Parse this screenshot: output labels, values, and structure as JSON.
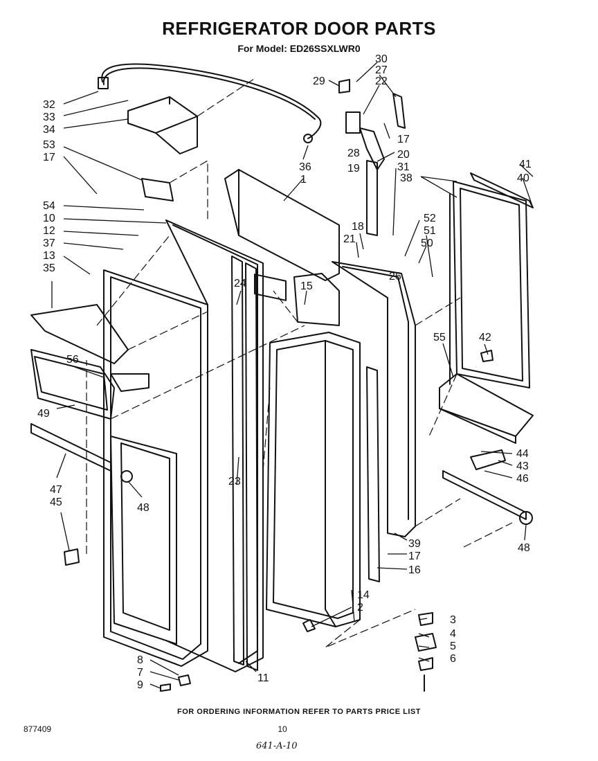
{
  "title": "REFRIGERATOR DOOR PARTS",
  "subtitle": "For Model: ED26SSXLWR0",
  "footer": "FOR ORDERING INFORMATION REFER TO PARTS PRICE LIST",
  "doc_number": "877409",
  "page_number": "10",
  "handwritten_code": "641-A-10",
  "callouts": {
    "c30": "30",
    "c27": "27",
    "c22": "22",
    "c29": "29",
    "c32": "32",
    "c33": "33",
    "c34": "34",
    "c53": "53",
    "c17a": "17",
    "c36": "36",
    "c1": "1",
    "c28": "28",
    "c19": "19",
    "c17b": "17",
    "c20": "20",
    "c31": "31",
    "c41": "41",
    "c40": "40",
    "c38": "38",
    "c54": "54",
    "c10": "10",
    "c12": "12",
    "c37": "37",
    "c13": "13",
    "c35": "35",
    "c18": "18",
    "c21": "21",
    "c52": "52",
    "c51": "51",
    "c50": "50",
    "c26": "26",
    "c24": "24",
    "c15": "15",
    "c56": "56",
    "c55": "55",
    "c42": "42",
    "c49": "49",
    "c44": "44",
    "c43": "43",
    "c46": "46",
    "c47": "47",
    "c45": "45",
    "c48a": "48",
    "c23": "23",
    "c48b": "48",
    "c39": "39",
    "c17c": "17",
    "c16": "16",
    "c14": "14",
    "c2": "2",
    "c3": "3",
    "c4": "4",
    "c5": "5",
    "c6": "6",
    "c8": "8",
    "c7": "7",
    "c9": "9",
    "c11": "11"
  }
}
